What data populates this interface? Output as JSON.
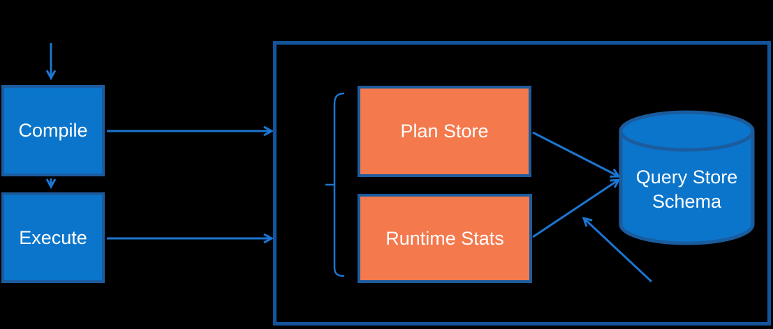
{
  "colors": {
    "background": "#000000",
    "box_fill": "#0B75CB",
    "box_border": "#1C5C9E",
    "orange_fill": "#F4794D",
    "orange_border": "#1C5C9E",
    "container_border": "#14549C",
    "arrow": "#1B76D2",
    "cylinder_fill": "#0B75CB",
    "cylinder_border": "#1A5C9E",
    "text": "#FFFFFF"
  },
  "nodes": {
    "compile": {
      "label": "Compile"
    },
    "execute": {
      "label": "Execute"
    },
    "plan_store": {
      "label": "Plan Store"
    },
    "runtime_stats": {
      "label": "Runtime Stats"
    },
    "query_store_schema": {
      "label": "Query Store Schema"
    }
  }
}
